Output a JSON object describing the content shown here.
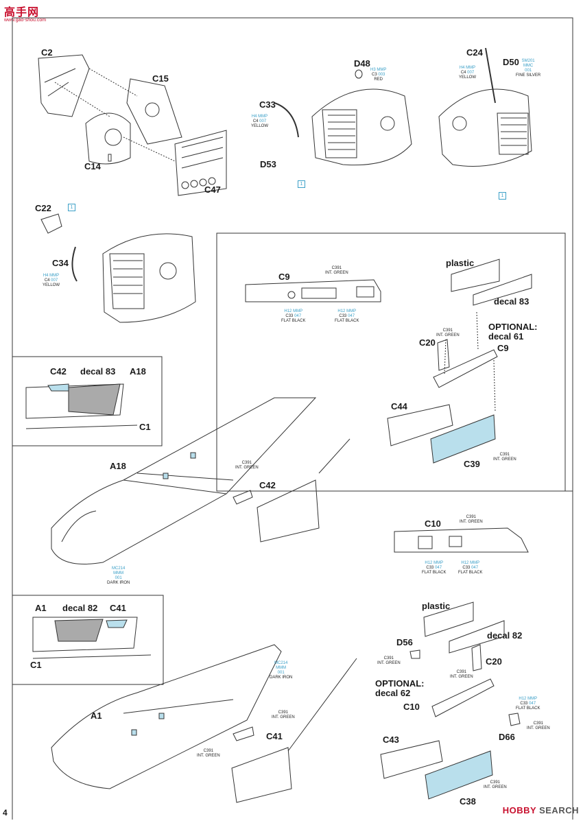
{
  "header": {
    "logo_text": "高手网",
    "logo_url": "www.gao-shou.com"
  },
  "page_number": "4",
  "watermark": {
    "brand": "HOBBY",
    "suffix": "SEARCH"
  },
  "parts": [
    {
      "id": "c2",
      "text": "C2"
    },
    {
      "id": "c15",
      "text": "C15"
    },
    {
      "id": "c14",
      "text": "C14"
    },
    {
      "id": "c47",
      "text": "C47"
    },
    {
      "id": "c33",
      "text": "C33"
    },
    {
      "id": "d48",
      "text": "D48"
    },
    {
      "id": "d53",
      "text": "D53"
    },
    {
      "id": "c24",
      "text": "C24"
    },
    {
      "id": "d50",
      "text": "D50"
    },
    {
      "id": "c22",
      "text": "C22"
    },
    {
      "id": "c34",
      "text": "C34"
    },
    {
      "id": "c9a",
      "text": "C9"
    },
    {
      "id": "plastic1",
      "text": "plastic"
    },
    {
      "id": "decal83a",
      "text": "decal 83"
    },
    {
      "id": "optional1",
      "text": "OPTIONAL:"
    },
    {
      "id": "decal61",
      "text": "decal 61"
    },
    {
      "id": "c20a",
      "text": "C20"
    },
    {
      "id": "c9b",
      "text": "C9"
    },
    {
      "id": "c44",
      "text": "C44"
    },
    {
      "id": "c39",
      "text": "C39"
    },
    {
      "id": "c42a",
      "text": "C42"
    },
    {
      "id": "decal83b",
      "text": "decal 83"
    },
    {
      "id": "a18a",
      "text": "A18"
    },
    {
      "id": "c1a",
      "text": "C1"
    },
    {
      "id": "a18b",
      "text": "A18"
    },
    {
      "id": "c42b",
      "text": "C42"
    },
    {
      "id": "c10a",
      "text": "C10"
    },
    {
      "id": "a1a",
      "text": "A1"
    },
    {
      "id": "decal82a",
      "text": "decal 82"
    },
    {
      "id": "c41a",
      "text": "C41"
    },
    {
      "id": "c1b",
      "text": "C1"
    },
    {
      "id": "plastic2",
      "text": "plastic"
    },
    {
      "id": "d56",
      "text": "D56"
    },
    {
      "id": "decal82b",
      "text": "decal 82"
    },
    {
      "id": "c20b",
      "text": "C20"
    },
    {
      "id": "optional2",
      "text": "OPTIONAL:"
    },
    {
      "id": "decal62",
      "text": "decal 62"
    },
    {
      "id": "c10b",
      "text": "C10"
    },
    {
      "id": "a1b",
      "text": "A1"
    },
    {
      "id": "c41b",
      "text": "C41"
    },
    {
      "id": "d66",
      "text": "D66"
    },
    {
      "id": "c43",
      "text": "C43"
    },
    {
      "id": "c38",
      "text": "C38"
    }
  ],
  "paint_callouts": [
    {
      "id": "p_h3",
      "rows": [
        [
          "H3",
          "MMP"
        ],
        [
          "C3",
          "003"
        ]
      ],
      "name": "RED"
    },
    {
      "id": "p_c33y",
      "rows": [
        [
          "H4",
          "MMP"
        ],
        [
          "C4",
          "007"
        ]
      ],
      "name": "YELLOW"
    },
    {
      "id": "p_c24y",
      "rows": [
        [
          "H4",
          "MMP"
        ],
        [
          "C4",
          "007"
        ]
      ],
      "name": "YELLOW"
    },
    {
      "id": "p_d50",
      "rows": [
        [
          "SM201",
          "MMC"
        ],
        [
          "",
          "001"
        ]
      ],
      "name": "FINE SILVER"
    },
    {
      "id": "p_c34y",
      "rows": [
        [
          "H4",
          "MMP"
        ],
        [
          "C4",
          "007"
        ]
      ],
      "name": "YELLOW"
    },
    {
      "id": "p_c9g",
      "rows": [
        [
          "C391",
          ""
        ]
      ],
      "name": "INT. GREEN"
    },
    {
      "id": "p_c9fb1",
      "rows": [
        [
          "H12",
          "MMP"
        ],
        [
          "C33",
          "047"
        ]
      ],
      "name": "FLAT BLACK"
    },
    {
      "id": "p_c9fb2",
      "rows": [
        [
          "H12",
          "MMP"
        ],
        [
          "C33",
          "047"
        ]
      ],
      "name": "FLAT BLACK"
    },
    {
      "id": "p_c20g",
      "rows": [
        [
          "C391",
          ""
        ]
      ],
      "name": "INT. GREEN"
    },
    {
      "id": "p_c39g",
      "rows": [
        [
          "C391",
          ""
        ]
      ],
      "name": "INT. GREEN"
    },
    {
      "id": "p_a18g",
      "rows": [
        [
          "C391",
          ""
        ]
      ],
      "name": "INT. GREEN"
    },
    {
      "id": "p_di1",
      "rows": [
        [
          "MC214",
          ""
        ],
        [
          "MMM",
          ""
        ],
        [
          "",
          "001"
        ]
      ],
      "name": "DARK IRON"
    },
    {
      "id": "p_c10g",
      "rows": [
        [
          "C391",
          ""
        ]
      ],
      "name": "INT. GREEN"
    },
    {
      "id": "p_c10fb1",
      "rows": [
        [
          "H12",
          "MMP"
        ],
        [
          "C33",
          "047"
        ]
      ],
      "name": "FLAT BLACK"
    },
    {
      "id": "p_c10fb2",
      "rows": [
        [
          "H12",
          "MMP"
        ],
        [
          "C33",
          "047"
        ]
      ],
      "name": "FLAT BLACK"
    },
    {
      "id": "p_di2",
      "rows": [
        [
          "MC214",
          ""
        ],
        [
          "MMM",
          ""
        ],
        [
          "",
          "001"
        ]
      ],
      "name": "DARK IRON"
    },
    {
      "id": "p_a1g1",
      "rows": [
        [
          "C391",
          ""
        ]
      ],
      "name": "INT. GREEN"
    },
    {
      "id": "p_a1g2",
      "rows": [
        [
          "C391",
          ""
        ]
      ],
      "name": "INT. GREEN"
    },
    {
      "id": "p_d56g",
      "rows": [
        [
          "C391",
          ""
        ]
      ],
      "name": "INT. GREEN"
    },
    {
      "id": "p_c20bg",
      "rows": [
        [
          "C391",
          ""
        ]
      ],
      "name": "INT. GREEN"
    },
    {
      "id": "p_c10bfb",
      "rows": [
        [
          "H12",
          "MMP"
        ],
        [
          "C33",
          "047"
        ]
      ],
      "name": "FLAT BLACK"
    },
    {
      "id": "p_d66g",
      "rows": [
        [
          "C391",
          ""
        ]
      ],
      "name": "INT. GREEN"
    },
    {
      "id": "p_c38g",
      "rows": [
        [
          "C391",
          ""
        ]
      ],
      "name": "INT. GREEN"
    }
  ],
  "step_refs": [
    {
      "id": "ref1",
      "text": "1"
    },
    {
      "id": "ref2",
      "text": "1"
    },
    {
      "id": "ref3",
      "text": "1"
    }
  ],
  "colors": {
    "accent_blue": "#3a9fc7",
    "fill_blue": "#b9dfec",
    "logo_red": "#c8102e"
  }
}
